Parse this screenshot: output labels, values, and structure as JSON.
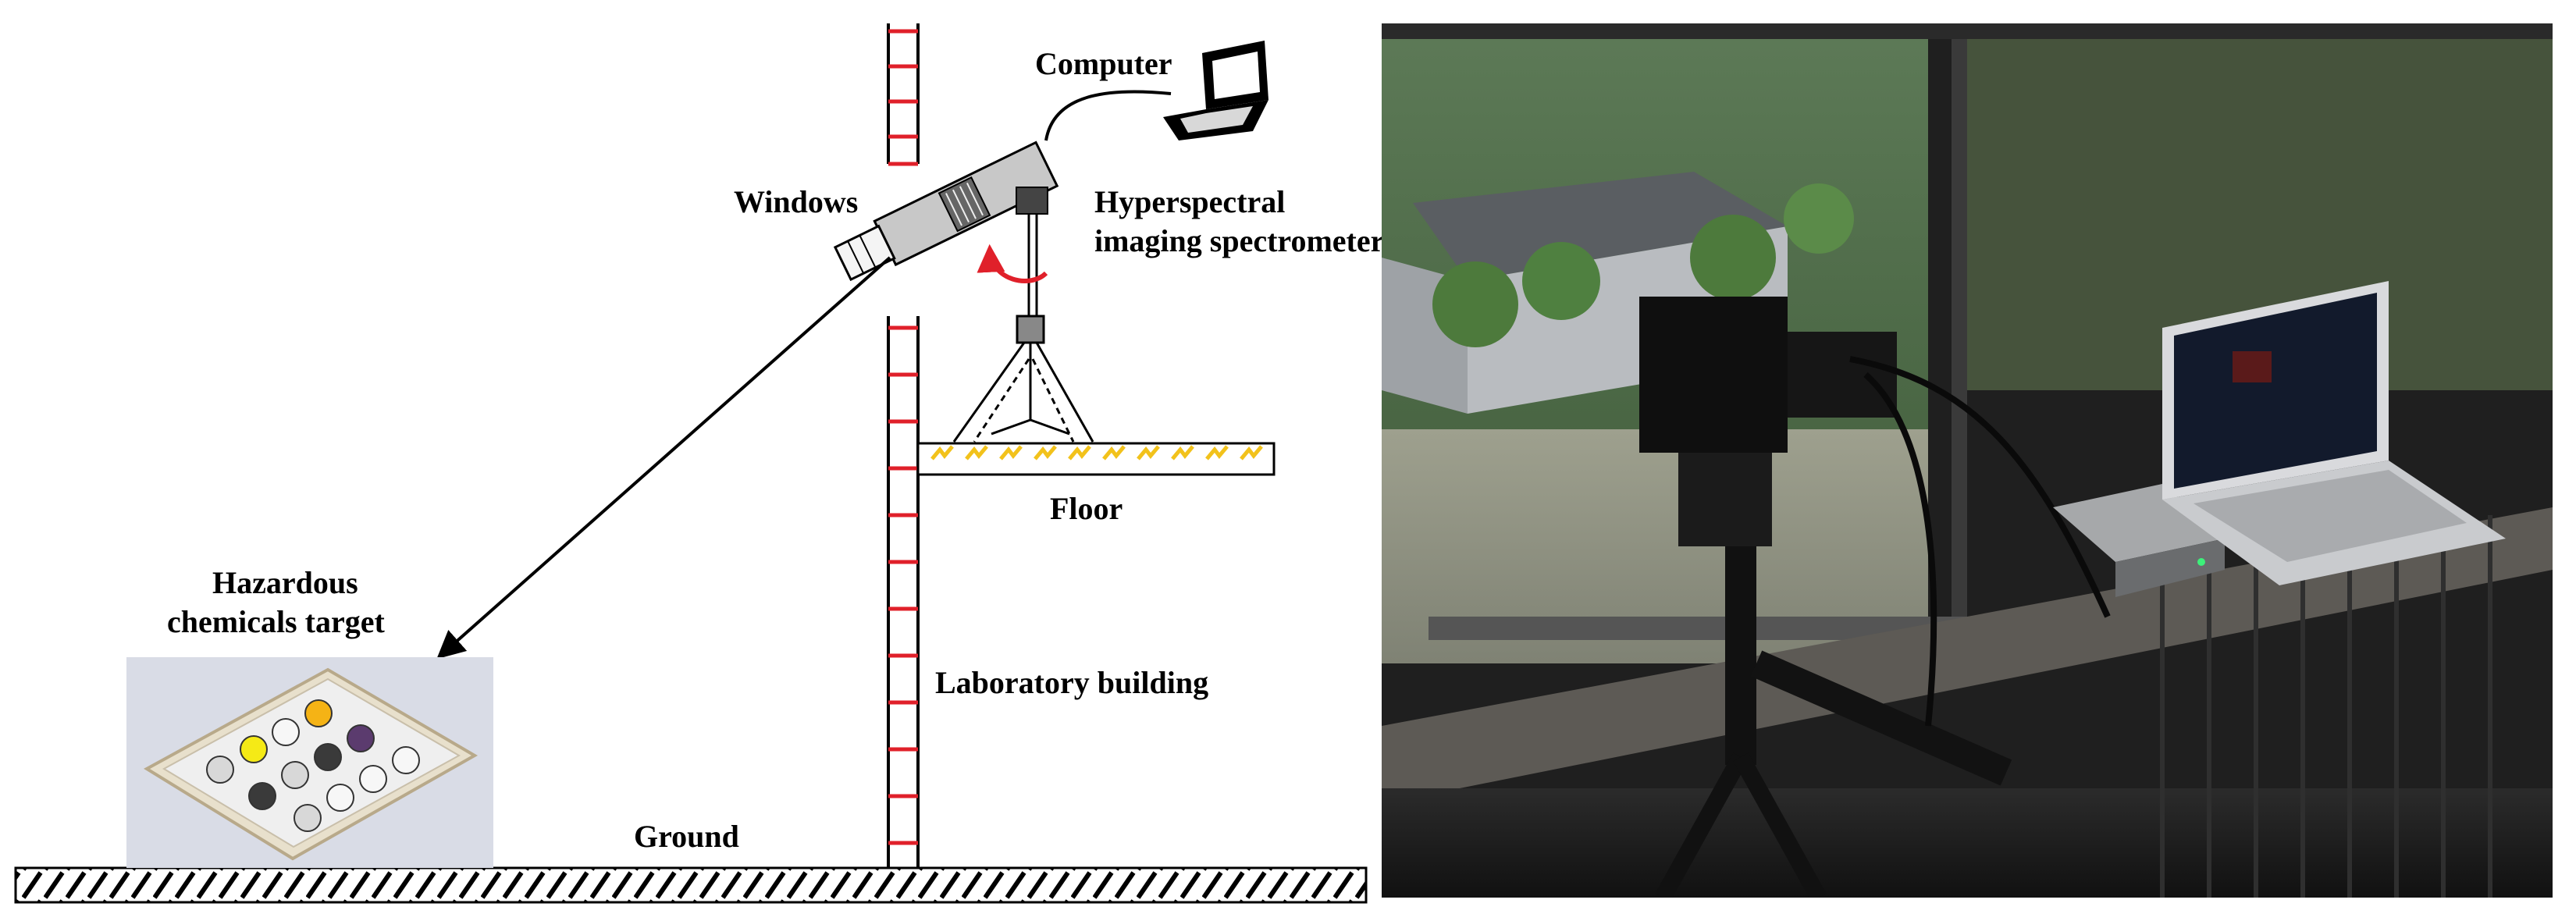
{
  "labels": {
    "computer": "Computer",
    "windows": "Windows",
    "spectrometer_line1": "Hyperspectral",
    "spectrometer_line2": "imaging spectrometer",
    "floor": "Floor",
    "target_line1": "Hazardous",
    "target_line2": "chemicals target",
    "building": "Laboratory building",
    "ground": "Ground"
  },
  "colors": {
    "ladder": "#e0202a",
    "floor_stripe": "#f2c21b",
    "rotation_arrow": "#e0202a",
    "target_yellow": "#f5ea16",
    "target_orange": "#f5b315",
    "target_purple": "#5b3b6e",
    "target_dark": "#3a3a3a",
    "target_light": "#d8d8d8"
  },
  "icons": {
    "laptop": "laptop-icon",
    "camera": "camera-icon",
    "tripod": "tripod-icon"
  }
}
